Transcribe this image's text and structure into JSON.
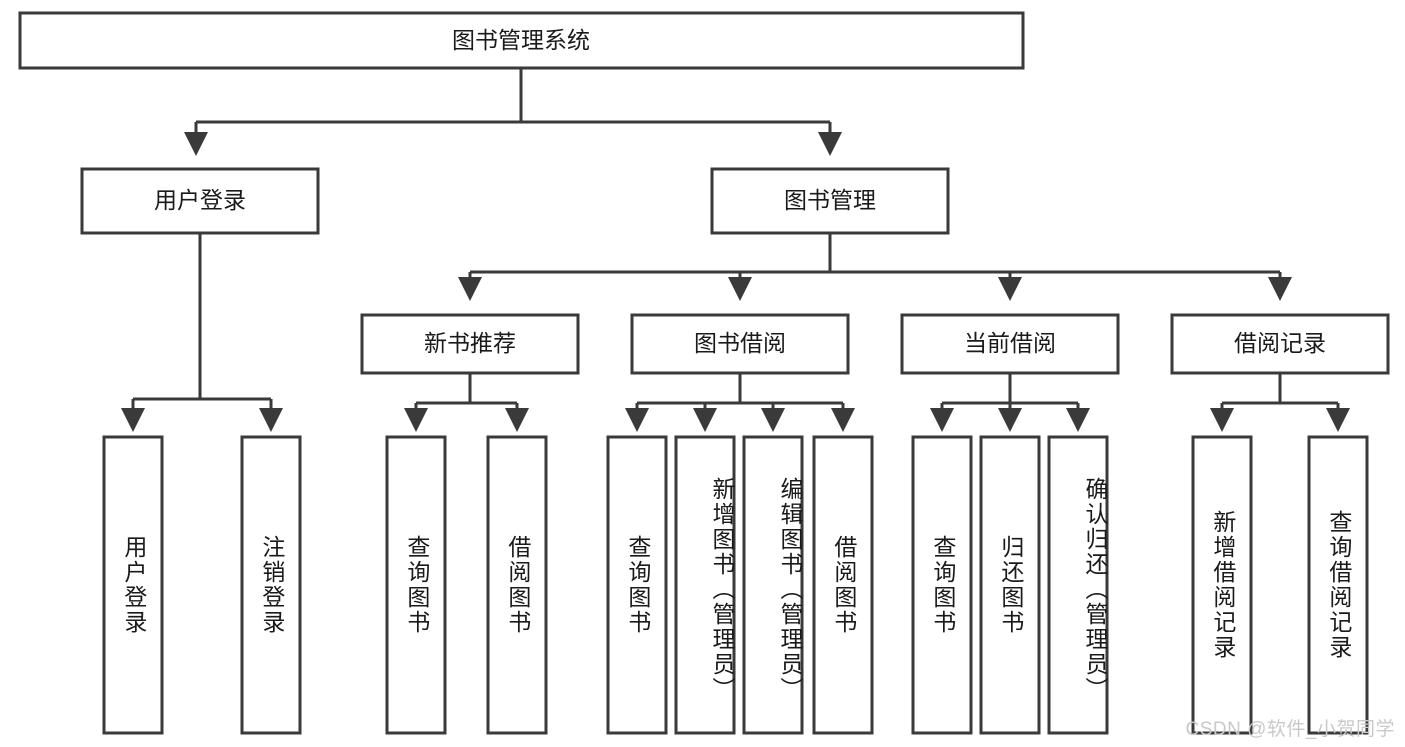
{
  "diagram": {
    "title": "图书管理系统",
    "watermark": "CSDN @软件_小贺同学",
    "colors": {
      "stroke": "#3a3a3a",
      "box_fill": "#ffffff",
      "text": "#1a1a1a",
      "background": "#ffffff",
      "watermark": "#c9c9c9"
    },
    "root": {
      "id": "root",
      "label": "图书管理系统"
    },
    "level2": [
      {
        "id": "user-login",
        "label": "用户登录"
      },
      {
        "id": "book-manage",
        "label": "图书管理"
      }
    ],
    "level3": [
      {
        "id": "new-book-recommend",
        "label": "新书推荐"
      },
      {
        "id": "book-borrow",
        "label": "图书借阅"
      },
      {
        "id": "current-borrow",
        "label": "当前借阅"
      },
      {
        "id": "borrow-record",
        "label": "借阅记录"
      }
    ],
    "leaves": {
      "user_login": [
        {
          "id": "leaf-user-login",
          "label": "用户登录"
        },
        {
          "id": "leaf-logout",
          "label": "注销登录"
        }
      ],
      "new_book_recommend": [
        {
          "id": "leaf-query-book-1",
          "label": "查询图书"
        },
        {
          "id": "leaf-borrow-book-1",
          "label": "借阅图书"
        }
      ],
      "book_borrow": [
        {
          "id": "leaf-query-book-2",
          "label": "查询图书"
        },
        {
          "id": "leaf-add-book",
          "label": "新增图书（管理员）"
        },
        {
          "id": "leaf-edit-book",
          "label": "编辑图书（管理员）"
        },
        {
          "id": "leaf-borrow-book-2",
          "label": "借阅图书"
        }
      ],
      "current_borrow": [
        {
          "id": "leaf-query-book-3",
          "label": "查询图书"
        },
        {
          "id": "leaf-return-book",
          "label": "归还图书"
        },
        {
          "id": "leaf-confirm-return",
          "label": "确认归还（管理员）"
        }
      ],
      "borrow_record": [
        {
          "id": "leaf-add-record",
          "label": "新增借阅记录"
        },
        {
          "id": "leaf-query-record",
          "label": "查询借阅记录"
        }
      ]
    }
  }
}
